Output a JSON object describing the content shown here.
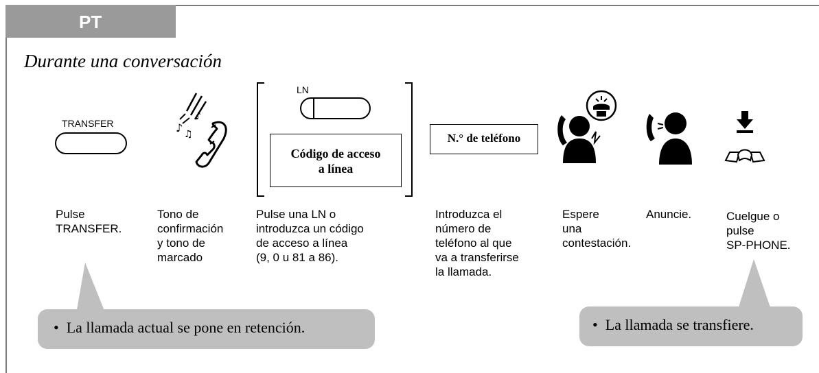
{
  "tab": {
    "label": "PT"
  },
  "heading": "Durante una conversación",
  "icons": {
    "transfer_button_label": "TRANSFER",
    "ln_button_label": "LN",
    "access_code_box": [
      "Código de acceso",
      "a línea"
    ],
    "phone_number_box": "N.° de teléfono"
  },
  "steps": [
    "Pulse\nTRANSFER.",
    "Tono de\nconfirmación\ny tono de\nmarcado",
    "Pulse una LN o\nintroduzca un código\nde acceso a línea\n(9, 0 u 81 a 86).",
    "Introduzca el\nnúmero de\nteléfono al que\nva a transferirse\nla llamada.",
    "Espere\nuna\ncontestación.",
    "Anuncie.",
    "Cuelgue o\npulse\nSP-PHONE."
  ],
  "callouts": {
    "left": "•  La llamada actual se pone en retención.",
    "right": "•  La llamada se transfiere."
  }
}
